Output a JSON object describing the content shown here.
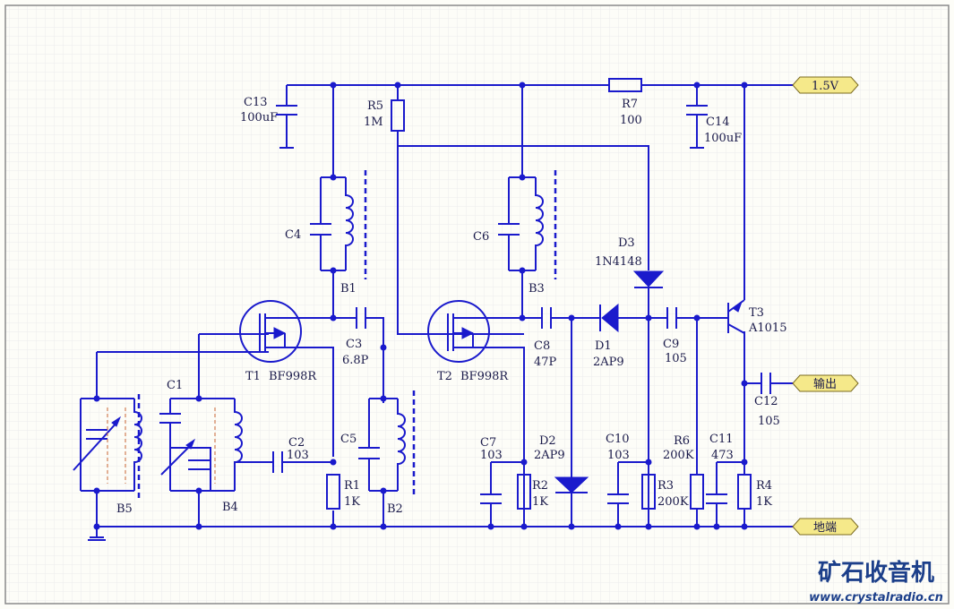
{
  "labels": {
    "C13": "C13",
    "C13v": "100uF",
    "R5": "R5",
    "R5v": "1M",
    "R7": "R7",
    "R7v": "100",
    "C14": "C14",
    "C14v": "100uF",
    "C4": "C4",
    "C6": "C6",
    "D3": "D3",
    "D3v": "1N4148",
    "B1": "B1",
    "B3": "B3",
    "C3": "C3",
    "C3v": "6.8P",
    "C8": "C8",
    "C8v": "47P",
    "D1": "D1",
    "D1v": "2AP9",
    "C9": "C9",
    "C9v": "105",
    "T1": "T1",
    "T1v": "BF998R",
    "T2": "T2",
    "T2v": "BF998R",
    "T3": "T3",
    "T3v": "A1015",
    "C1": "C1",
    "C2": "C2",
    "C2v": "103",
    "C5": "C5",
    "C7": "C7",
    "C7v": "103",
    "D2": "D2",
    "D2v": "2AP9",
    "C10": "C10",
    "C10v": "103",
    "R6": "R6",
    "R6v": "200K",
    "C11": "C11",
    "C11v": "473",
    "R1": "R1",
    "R1v": "1K",
    "R2": "R2",
    "R2v": "1K",
    "R3": "R3",
    "R3v": "200K",
    "R4": "R4",
    "R4v": "1K",
    "C12": "C12",
    "C12v": "105",
    "B2": "B2",
    "B4": "B4",
    "B5": "B5"
  },
  "ports": {
    "vcc": "1.5V",
    "out": "输出",
    "gnd": "地端"
  },
  "watermark": {
    "brand": "矿石收音机",
    "url": "www.crystalradio.cn"
  }
}
